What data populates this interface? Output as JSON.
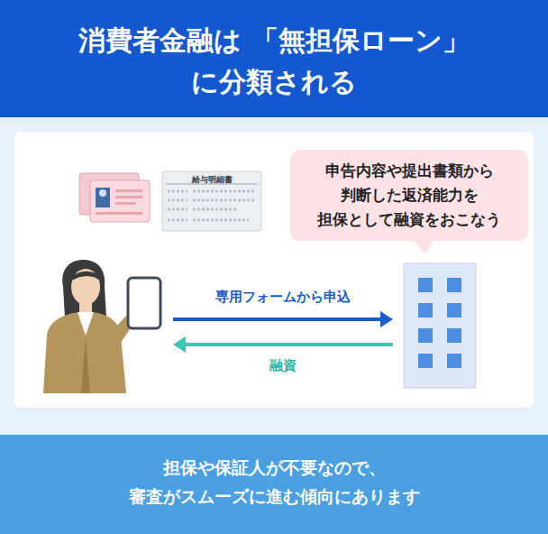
{
  "diagram": {
    "title": "消費者金融は 「無担保ローン」に分類される",
    "caption": "担保や保証人が不要なので、 審査がスムーズに進む傾向にあります",
    "nodes": [
      {
        "text": [
          "申告内容や提出書類から 判断した返済能力を 担保として融資をおこなう"
        ]
      }
    ],
    "labels": [
      "給与明細書",
      "専用フォームから申込",
      "融資"
    ]
  }
}
